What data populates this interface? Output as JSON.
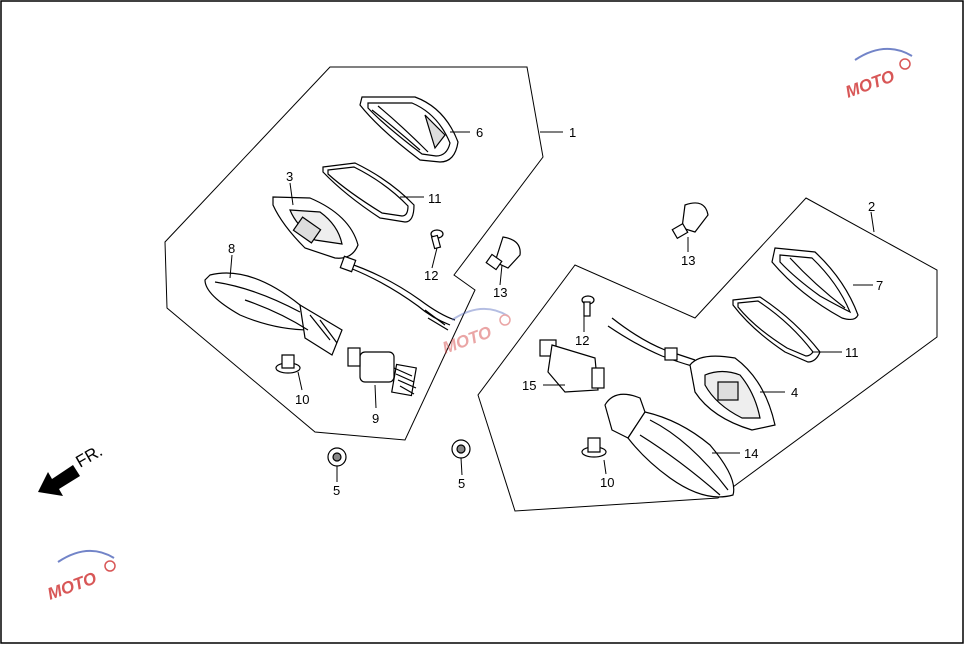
{
  "callouts": {
    "c1": "1",
    "c2": "2",
    "c3": "3",
    "c4": "4",
    "c5a": "5",
    "c5b": "5",
    "c6": "6",
    "c7": "7",
    "c8": "8",
    "c9": "9",
    "c10a": "10",
    "c10b": "10",
    "c11a": "11",
    "c11b": "11",
    "c12a": "12",
    "c12b": "12",
    "c13a": "13",
    "c13b": "13",
    "c14": "14",
    "c15": "15"
  },
  "direction_label": "FR.",
  "watermark": {
    "text": "MOTO"
  },
  "colors": {
    "line": "#000000",
    "watermark_red": "#d23a3a",
    "watermark_blue": "#5a6fbf"
  }
}
